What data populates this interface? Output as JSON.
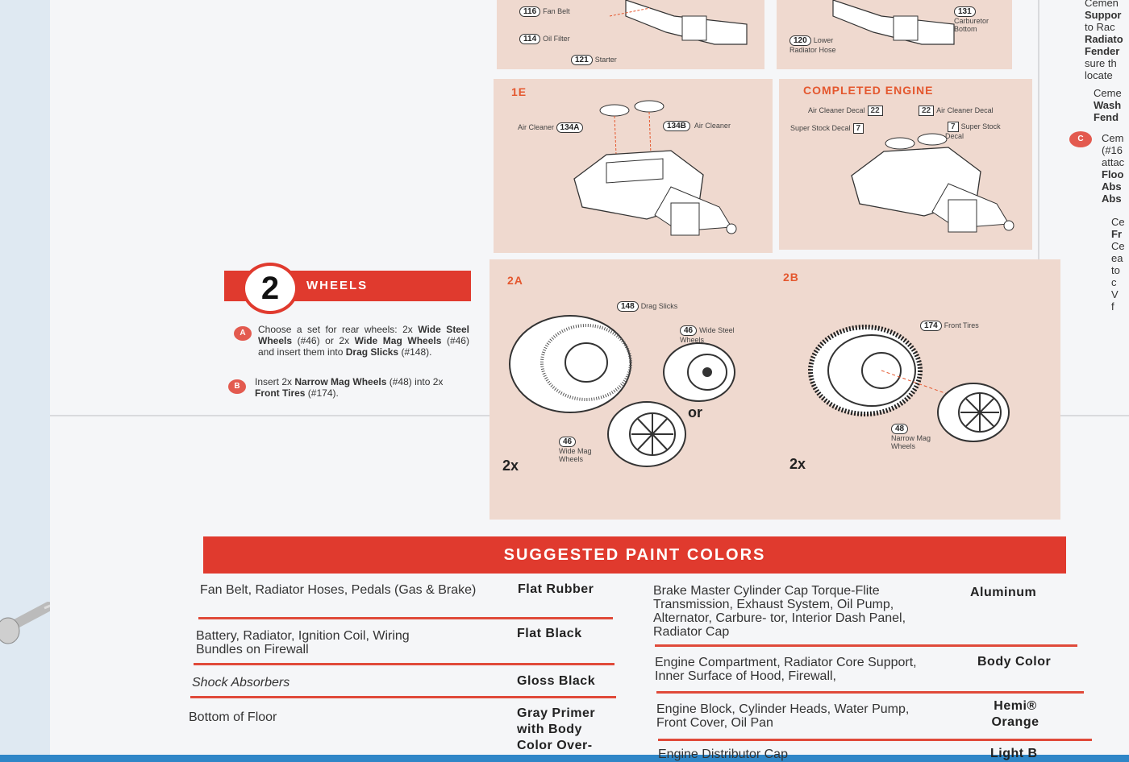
{
  "top_left_panel": {
    "callouts": [
      {
        "num": "116",
        "label": "Fan Belt"
      },
      {
        "num": "114",
        "label": "Oil Filter"
      },
      {
        "num": "121",
        "label": "Starter"
      }
    ]
  },
  "top_right_panel": {
    "callouts": [
      {
        "num": "131",
        "label": "Carburetor Bottom"
      },
      {
        "num": "120",
        "label": "Lower Radiator Hose"
      }
    ]
  },
  "panel_1e": {
    "label": "1E",
    "callouts": [
      {
        "num": "134A",
        "label": "Air Cleaner"
      },
      {
        "num": "134B",
        "label": "Air Cleaner"
      }
    ]
  },
  "completed_engine": {
    "label": "COMPLETED ENGINE",
    "decals": [
      {
        "num": "22",
        "label": "Air Cleaner Decal"
      },
      {
        "num": "22",
        "label": "Air Cleaner Decal"
      },
      {
        "num": "7",
        "label": "Super Stock Decal"
      },
      {
        "num": "7",
        "label": "Super Stock Decal"
      }
    ]
  },
  "step2": {
    "number": "2",
    "title": "WHEELS",
    "instructions": [
      {
        "badge": "A",
        "html": "Choose a set for rear wheels: 2x <b>Wide Steel Wheels</b> (#46) or 2x <b>Wide Mag Wheels</b> (#46) and insert them into <b>Drag Slicks</b> (#148)."
      },
      {
        "badge": "B",
        "html": "Insert 2x <b>Narrow Mag Wheels</b> (#48) into 2x <b>Front Tires</b> (#174)."
      }
    ]
  },
  "panel_2a": {
    "label": "2A",
    "callouts": [
      {
        "num": "148",
        "label": "Drag Slicks"
      },
      {
        "num": "46",
        "label": "Wide Steel Wheels"
      },
      {
        "num": "46",
        "label": "Wide Mag Wheels"
      }
    ],
    "or_text": "or",
    "qty": "2x"
  },
  "panel_2b": {
    "label": "2B",
    "callouts": [
      {
        "num": "174",
        "label": "Front Tires"
      },
      {
        "num": "48",
        "label": "Narrow Mag Wheels"
      }
    ],
    "qty": "2x"
  },
  "right_edge": {
    "lines_1": [
      "Cemen",
      "Suppor",
      "to Rac",
      "Radiato",
      "Fender",
      "sure th",
      "locate"
    ],
    "lines_2": [
      "Ceme",
      "Wash",
      "Fend"
    ],
    "badge": "C",
    "lines_3": [
      "Cem",
      "(#16",
      "attac",
      "Floo",
      "Abs",
      "Abs"
    ],
    "lines_4": [
      "Ce",
      "Fr",
      "Ce",
      "ea",
      "to",
      "c",
      "V",
      "f"
    ]
  },
  "paint_colors": {
    "title": "SUGGESTED PAINT COLORS",
    "left": [
      {
        "part": "Fan Belt, Radiator Hoses, Pedals (Gas & Brake)",
        "color": "Flat Rubber"
      },
      {
        "part": "Battery, Radiator, Ignition Coil, Wiring Bundles on Firewall",
        "color": "Flat Black"
      },
      {
        "part": "Shock Absorbers",
        "color": "Gloss Black"
      },
      {
        "part": "Bottom of Floor",
        "color": "Gray Primer with Body Color Over-"
      }
    ],
    "right": [
      {
        "part": "Brake Master Cylinder Cap Torque-Flite Transmission, Exhaust System, Oil Pump, Alternator, Carbure- tor, Interior Dash Panel, Radiator Cap",
        "color": "Aluminum"
      },
      {
        "part": "Engine Compartment, Radiator Core Support, Inner Surface of Hood, Firewall,",
        "color": "Body Color"
      },
      {
        "part": "Engine Block, Cylinder Heads, Water Pump, Front Cover, Oil Pan",
        "color": "Hemi® Orange"
      },
      {
        "part": "Engine Distributor Cap",
        "color": "Light B"
      }
    ]
  }
}
